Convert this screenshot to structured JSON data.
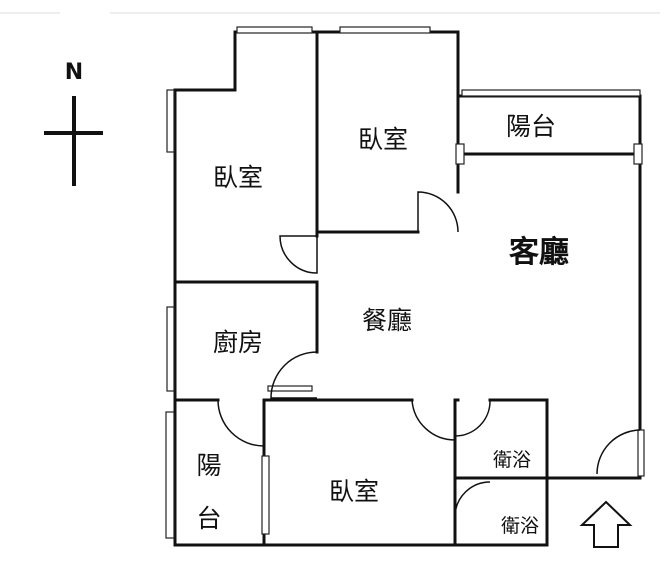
{
  "compass": {
    "north_label": "N"
  },
  "rooms": {
    "bedroom_nw": "臥室",
    "bedroom_n": "臥室",
    "balcony_ne": "陽台",
    "living_room": "客廳",
    "dining_room": "餐廳",
    "kitchen": "廚房",
    "balcony_sw_top": "陽",
    "balcony_sw_bottom": "台",
    "bedroom_s": "臥室",
    "bathroom_1": "衛浴",
    "bathroom_2": "衛浴"
  }
}
